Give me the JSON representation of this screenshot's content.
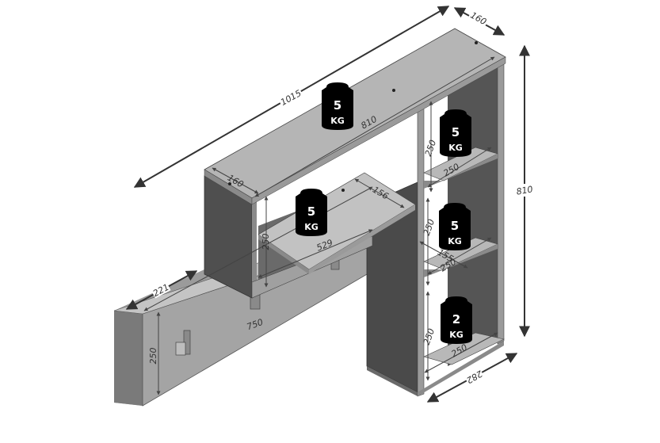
{
  "diagram": {
    "type": "furniture-dimension-drawing",
    "subject": "wall shelf with desk-like shelf board, vertical cube column and coat hook panel",
    "units": "mm",
    "colors": {
      "top_surface": "#b5b5b5",
      "front_edge": "#8c8c8c",
      "side_dark": "#4a4a4a",
      "inner_back": "#5a5a5a",
      "weight_fill": "#000000",
      "dimension_line": "#333333"
    },
    "dimensions": {
      "overall_width": "1015",
      "overall_depth": "160",
      "overall_height": "810",
      "top_inner_length": "810",
      "left_box_depth": "160",
      "middle_shelf_depth": "156",
      "middle_shelf_length": "529",
      "left_box_height": "250",
      "column_compartment_1_height": "250",
      "column_compartment_1_width": "250",
      "column_compartment_2_height": "250",
      "column_compartment_2_width": "250",
      "column_compartment_2_depth": "155",
      "column_compartment_3_height": "250",
      "column_compartment_3_width": "250",
      "column_base_depth": "282",
      "hook_panel_depth": "221",
      "hook_panel_length": "750",
      "hook_panel_height": "250"
    },
    "load_ratings": [
      {
        "id": "top",
        "value": "5",
        "unit": "KG"
      },
      {
        "id": "left-shelf",
        "value": "5",
        "unit": "KG"
      },
      {
        "id": "column-1",
        "value": "5",
        "unit": "KG"
      },
      {
        "id": "column-2",
        "value": "5",
        "unit": "KG"
      },
      {
        "id": "column-3",
        "value": "2",
        "unit": "KG"
      }
    ]
  }
}
